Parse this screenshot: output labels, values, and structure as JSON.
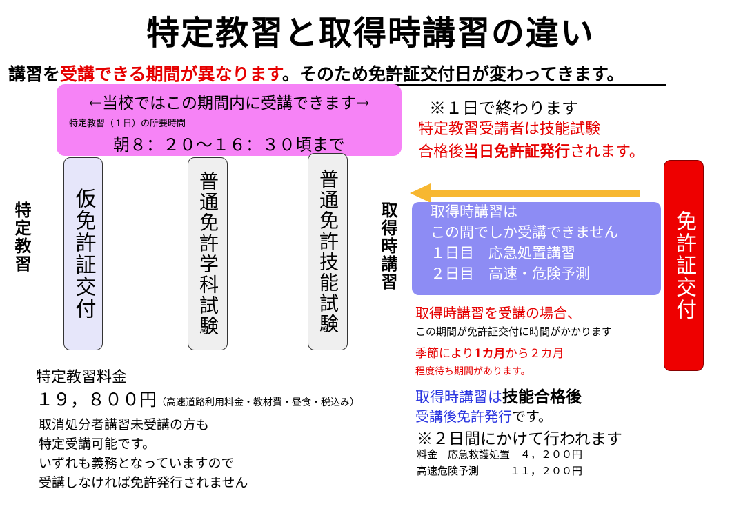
{
  "title": "特定教習と取得時講習の違い",
  "subtitle": {
    "part1": "講習を",
    "part2_red": "受講できる期間が異なります",
    "part3": "。そのため",
    "part4_underline": "免許証交付日が変わってきます。"
  },
  "pink_box": {
    "heading": "←当校ではこの期間内に受講できます→",
    "small": "特定教習（１日）の所要時間",
    "time": "朝８：２０〜１６：３０頃まで"
  },
  "columns": {
    "provisional": "仮免許証交付",
    "written": "普通免許学科試験",
    "skill": "普通免許技能試験"
  },
  "side_labels": {
    "left": "特定教習",
    "right": "取得時講習"
  },
  "right_notes": {
    "one_day": "※１日で終わります",
    "red_line1": "特定教習受講者は技能試験",
    "red_line2_a": "合格後",
    "red_line2_b": "当日免許証発行",
    "red_line2_c": "されます。"
  },
  "issue_box": "免許証交付",
  "blue_box": {
    "line1": "取得時講習は",
    "line2": "この間でしか受講できません",
    "line3": "１日目　応急処置講習",
    "line4": "２日目　高速・危険予測"
  },
  "case": {
    "title": "取得時講習を受講の場合、",
    "sub": "この期間が免許証交付に時間がかかります",
    "red_a": "季節により",
    "red_b": "1カ月",
    "red_c": "から２カ月",
    "wait": "程度待ち期間があります。",
    "blue1_a": "取得時講習は",
    "blue1_b": "技能合格後",
    "blue2_a": "受講後免許発行",
    "blue2_b": "です。",
    "two_days": "※２日間にかけて行われます",
    "fee_row1": "料金　応急救護処置　４，２００円",
    "fee_row2": "高速危険予測　　　１１，２００円"
  },
  "fee": {
    "title": "特定教習料金",
    "amount": "１９，８００円",
    "amount_note": "（高速道路利用料金・教材費・昼食・税込み）"
  },
  "bottom_note": {
    "line1": "取消処分者講習未受講の方も",
    "line2": "特定受講可能です。",
    "line3": "いずれも義務となっていますので",
    "line4": "受講しなければ免許発行されません"
  },
  "colors": {
    "accent_red": "#e60000",
    "pink": "#f683f6",
    "blue_box": "#8d8cf4",
    "arrow": "#f7b731",
    "blue_text": "#2b36e0"
  }
}
